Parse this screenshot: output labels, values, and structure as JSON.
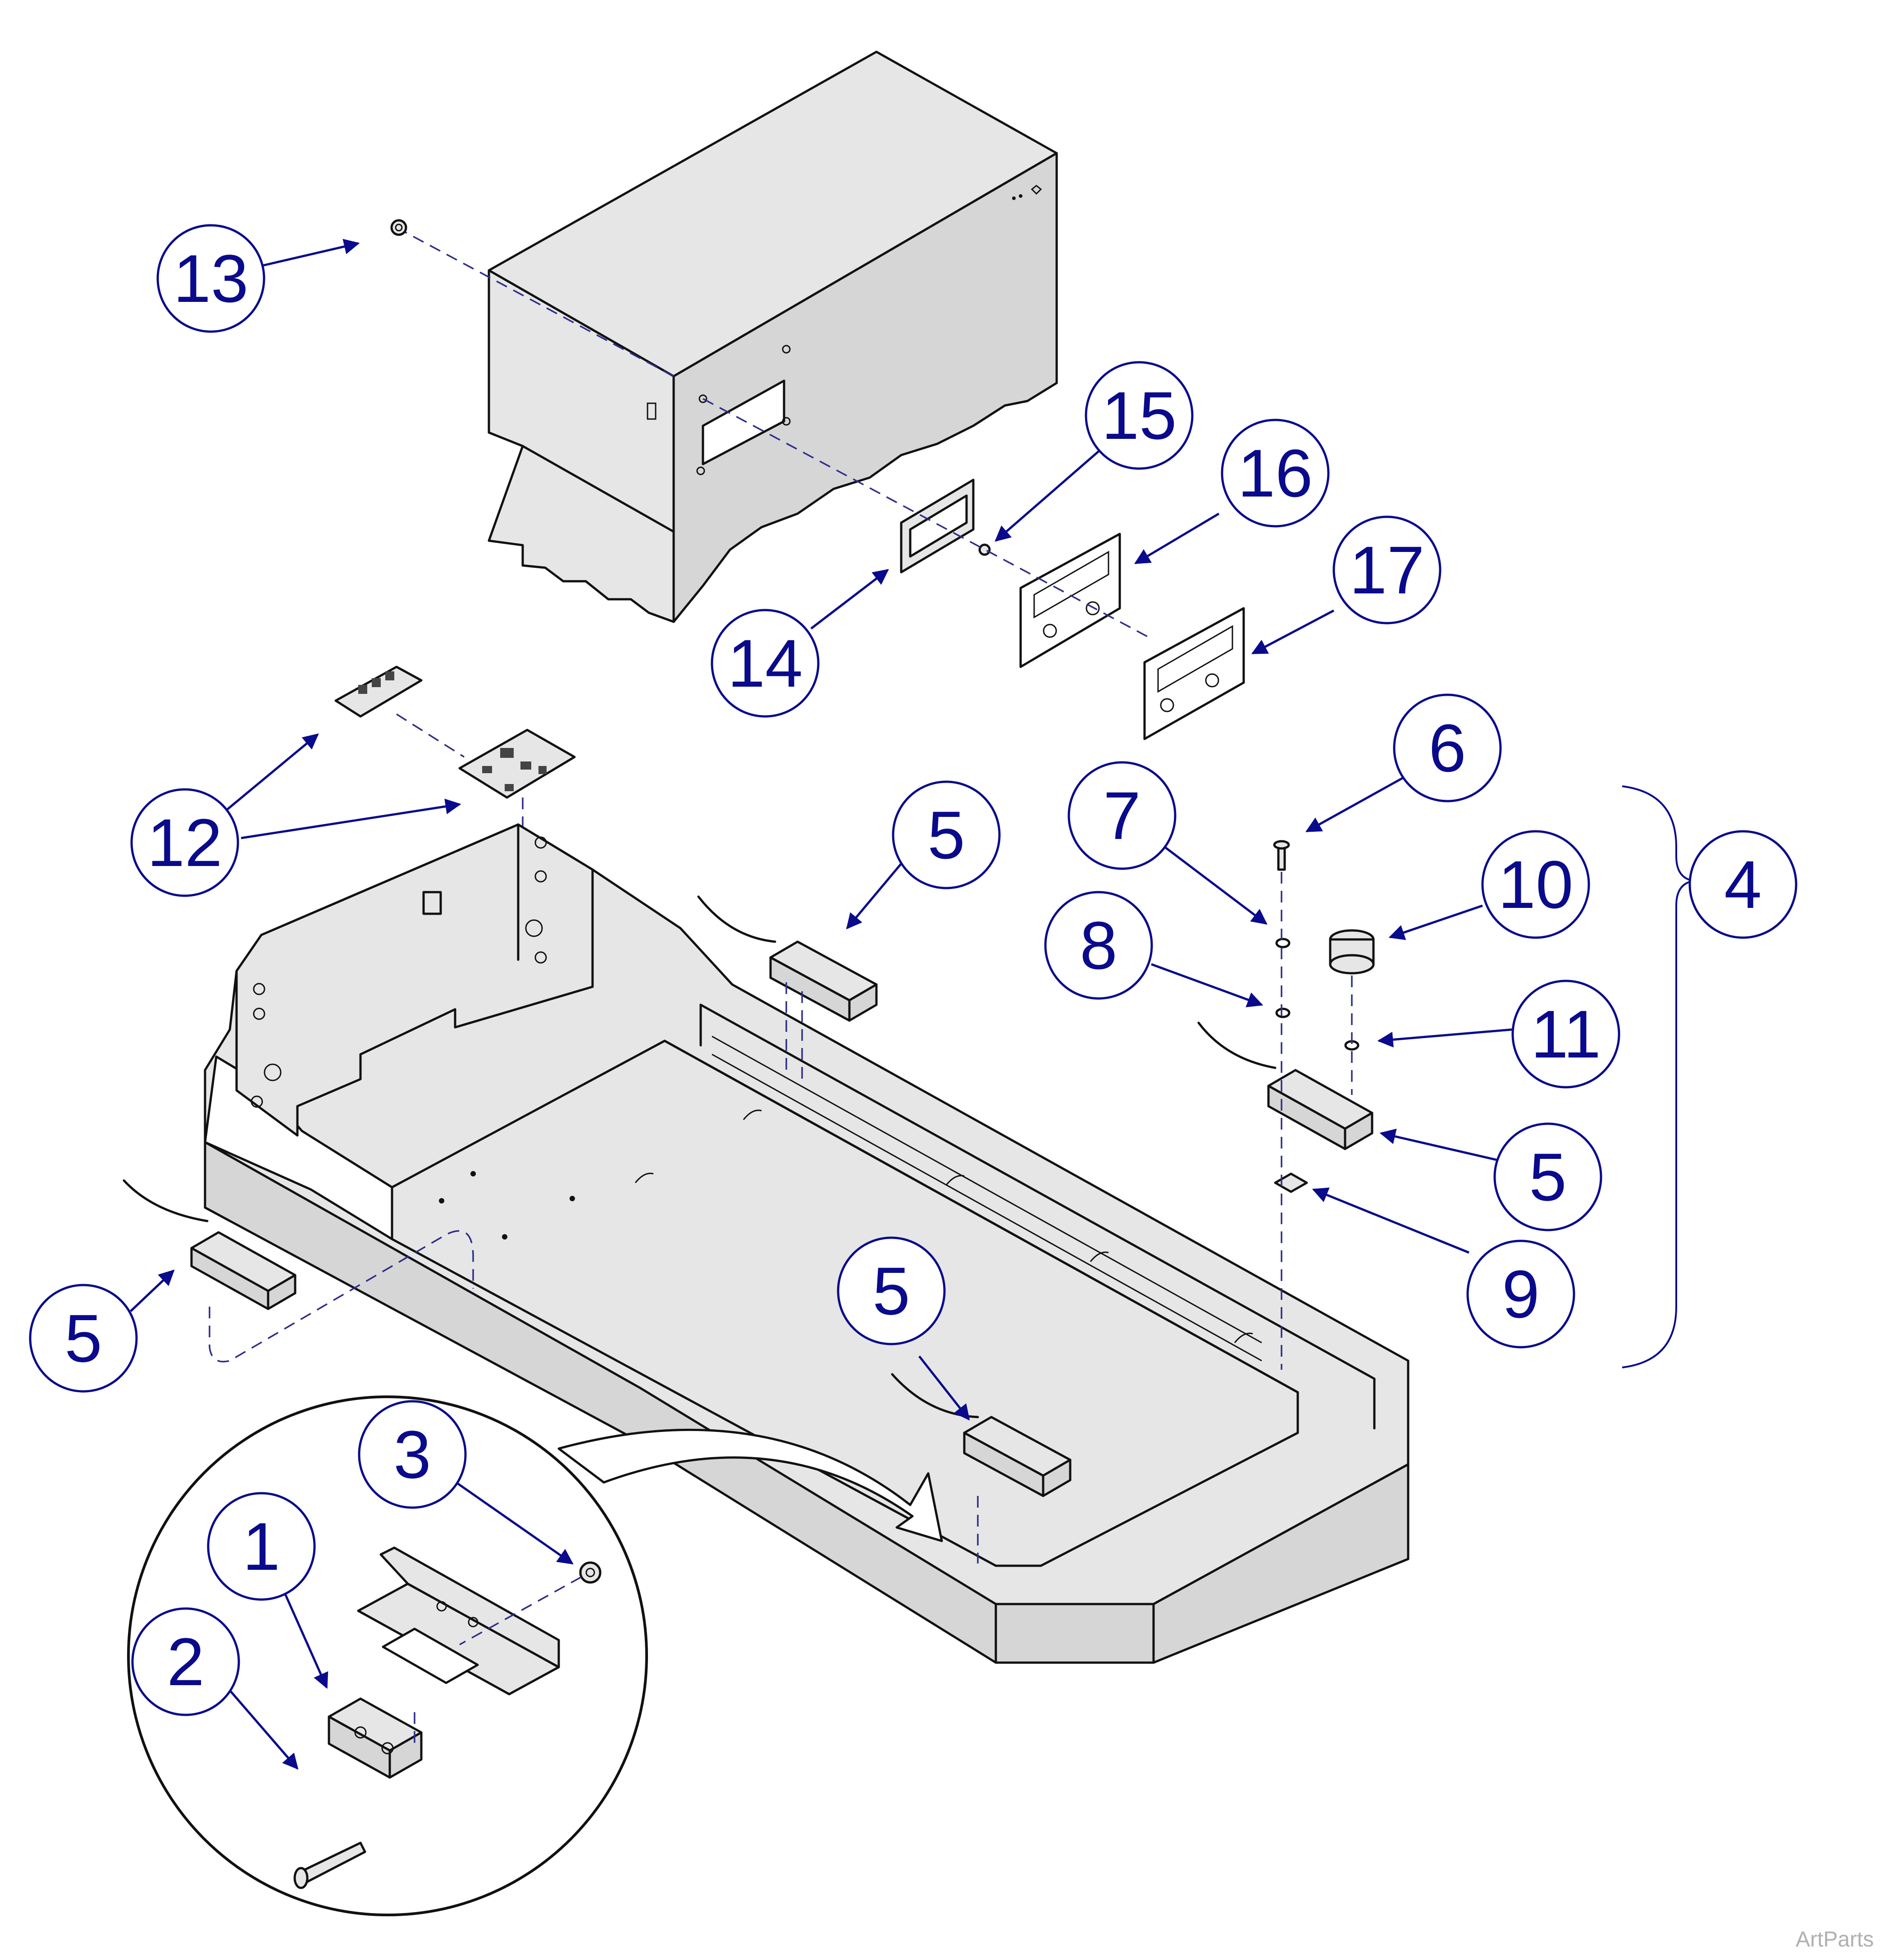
{
  "callouts": {
    "c1": "1",
    "c2": "2",
    "c3": "3",
    "c4": "4",
    "c5a": "5",
    "c5b": "5",
    "c5c": "5",
    "c5d": "5",
    "c6": "6",
    "c7": "7",
    "c8": "8",
    "c9": "9",
    "c10": "10",
    "c11": "11",
    "c12": "12",
    "c13": "13",
    "c14": "14",
    "c15": "15",
    "c16": "16",
    "c17": "17"
  },
  "watermark": "ArtParts",
  "colors": {
    "callout": "#0a0a8c",
    "part_fill": "#e6e6e6",
    "outline": "#111111"
  }
}
